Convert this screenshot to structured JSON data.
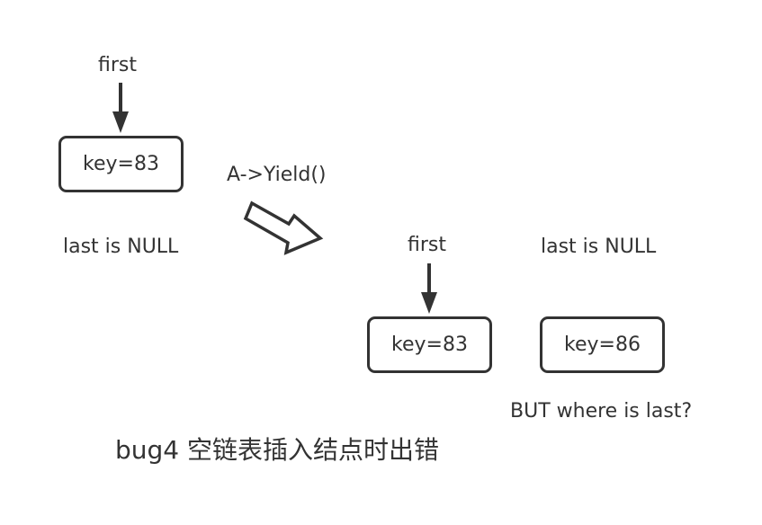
{
  "scene_before": {
    "pointer_label": "first",
    "node_key": "key=83",
    "last_status": "last is NULL"
  },
  "transition": {
    "label": "A->Yield()"
  },
  "scene_after": {
    "pointer_label": "first",
    "last_status": "last is NULL",
    "node_1_key": "key=83",
    "node_2_key": "key=86",
    "question": "BUT where is last?"
  },
  "caption": "bug4 空链表插入结点时出错",
  "colors": {
    "stroke": "#333333",
    "background": "#ffffff"
  }
}
